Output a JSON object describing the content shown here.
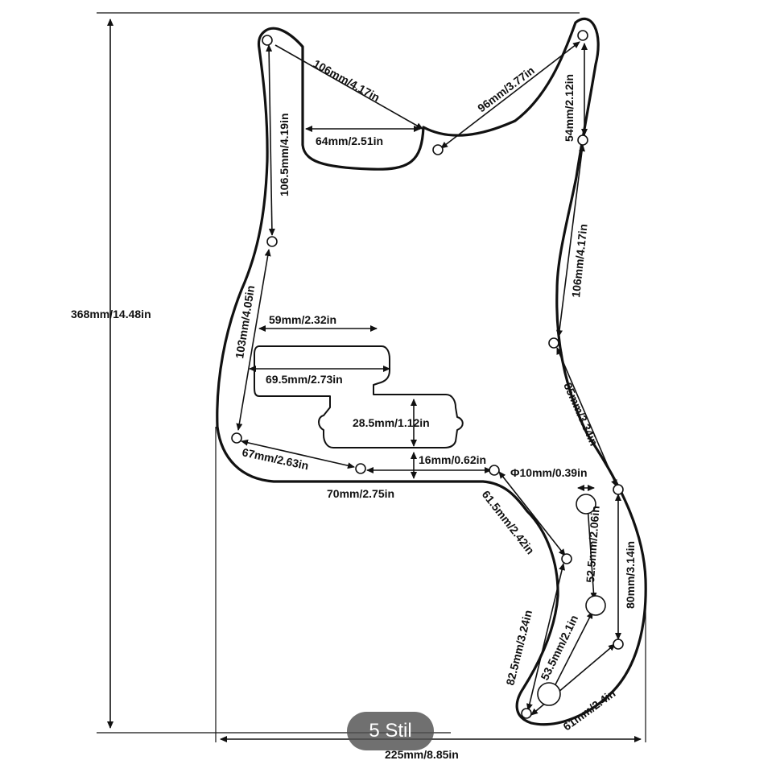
{
  "dimensions": {
    "height_total": "368mm/14.48in",
    "width_total": "225mm/8.85in",
    "top_left_to_neck": "106mm/4.17in",
    "neck_width": "64mm/2.51in",
    "neck_to_top_right": "96mm/3.77in",
    "top_right_short": "54mm/2.12in",
    "right_upper": "106mm/4.17in",
    "left_upper": "106.5mm/4.19in",
    "left_middle": "103mm/4.05in",
    "pickup_top_width": "59mm/2.32in",
    "pickup_full_width": "69.5mm/2.73in",
    "pickup_height": "28.5mm/1.12in",
    "pickup_to_edge": "16mm/0.62in",
    "left_lower": "67mm/2.63in",
    "bottom_middle": "70mm/2.75in",
    "control_hole_dia": "Φ10mm/0.39in",
    "right_lower": "85mm/3.34in",
    "lower_curve": "61.5mm/2.42in",
    "knob_spacing": "52.5mm/2.06in",
    "right_bottom": "80mm/3.14in",
    "bottom_left_diag": "82.5mm/3.24in",
    "knob_to_corner": "53.5mm/2.1in",
    "bottom_right": "61mm/2.4in"
  },
  "badge": {
    "label": "5 Stil",
    "color": "#555555"
  }
}
